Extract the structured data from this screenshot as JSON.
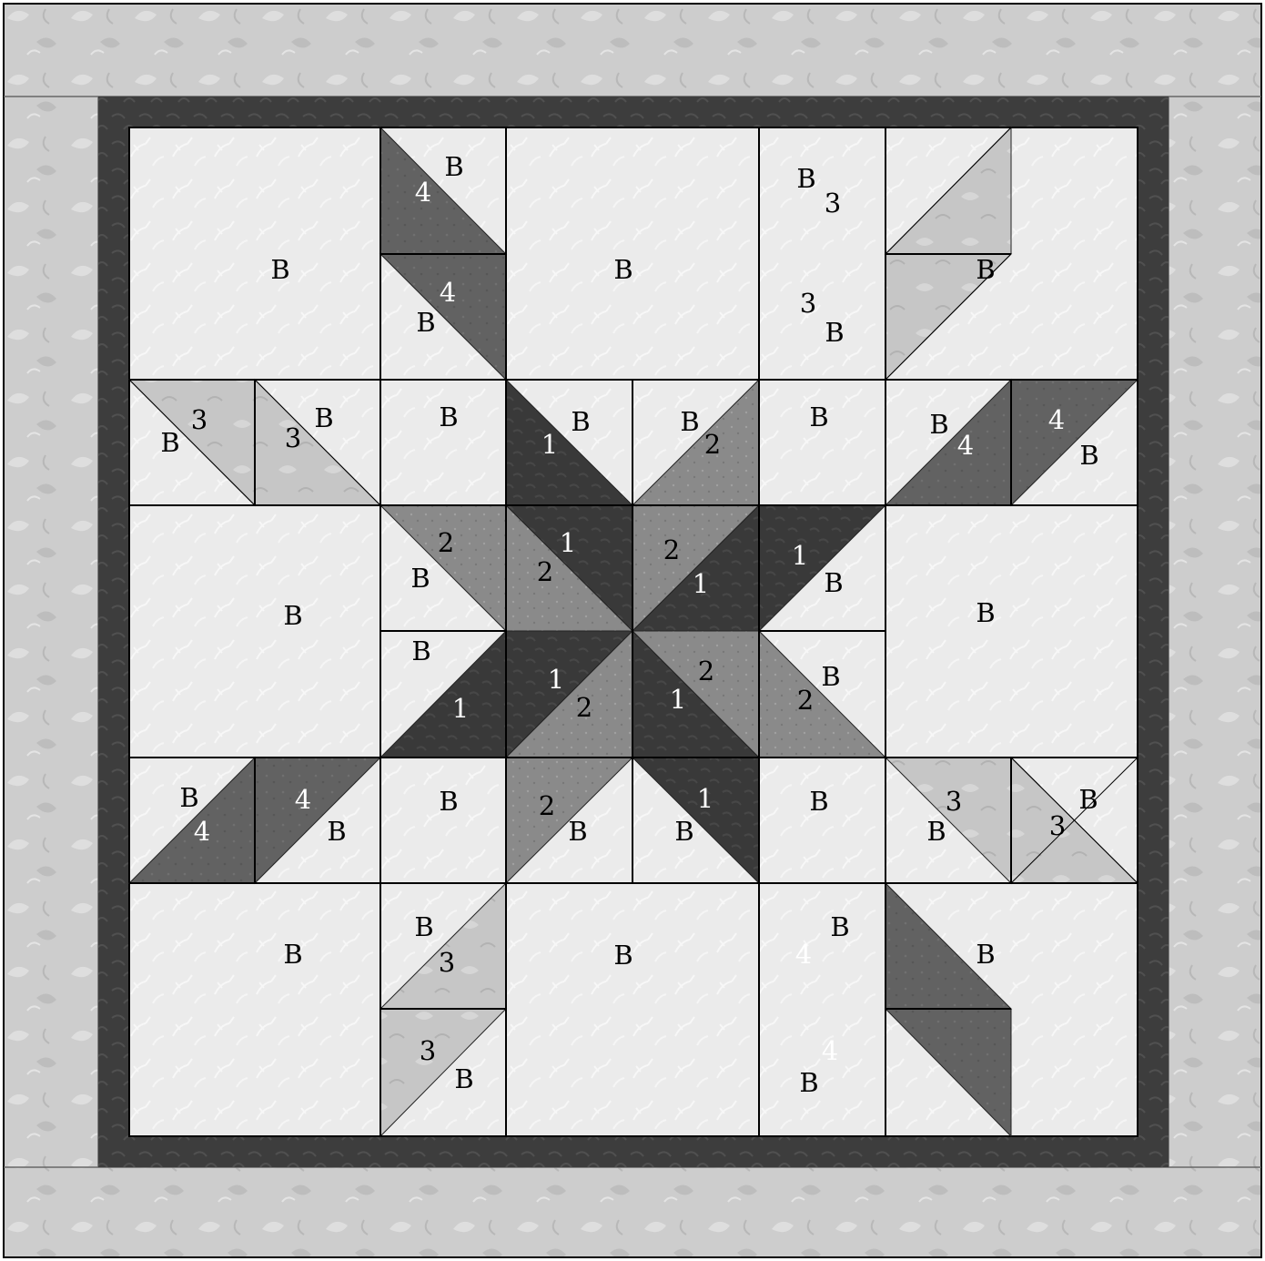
{
  "colors": {
    "outer_border": "#cfcfcf",
    "inner_border": "#3f3f3f",
    "background_B": "#ececec",
    "fabric_1": "#3a3a3a",
    "fabric_2": "#8b8b8b",
    "fabric_3": "#c8c8c8",
    "fabric_4": "#636363",
    "seam": "#000000",
    "label_dark": "#000000",
    "label_light": "#ffffff"
  },
  "labels": {
    "b": "B",
    "f1": "1",
    "f2": "2",
    "f3": "3",
    "f4": "4"
  }
}
